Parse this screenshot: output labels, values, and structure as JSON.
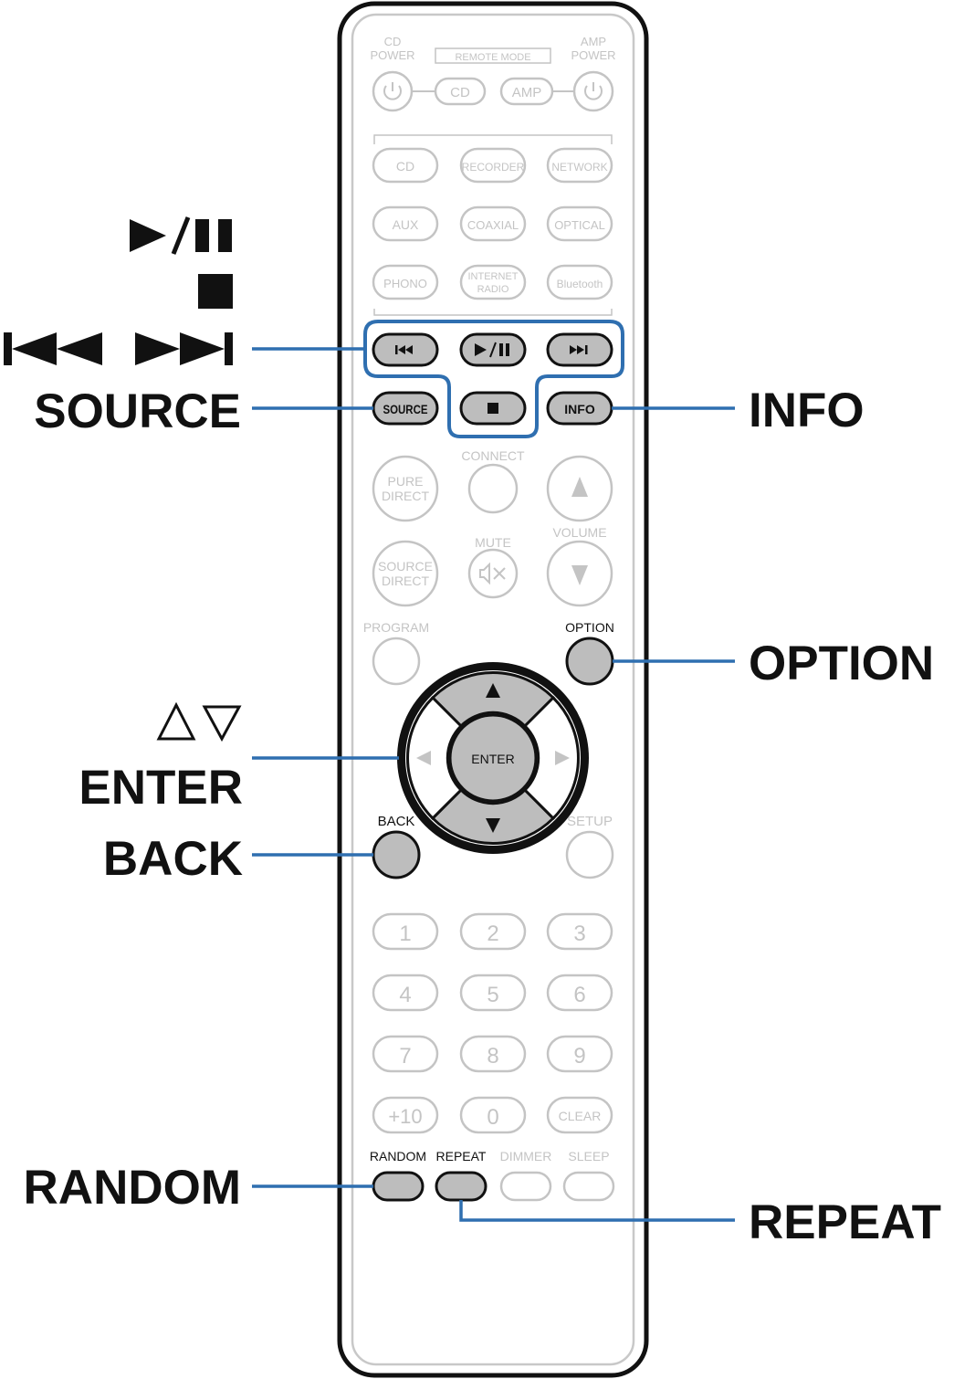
{
  "remote": {
    "top": {
      "cd_power": [
        "CD",
        "POWER"
      ],
      "amp_power": [
        "AMP",
        "POWER"
      ],
      "remote_mode": "REMOTE MODE",
      "cd": "CD",
      "amp": "AMP"
    },
    "sources": [
      [
        "CD",
        "RECORDER",
        "NETWORK"
      ],
      [
        "AUX",
        "COAXIAL",
        "OPTICAL"
      ],
      [
        "PHONO",
        "INTERNET\nRADIO",
        "Bluetooth"
      ]
    ],
    "source_btn": "SOURCE",
    "info_btn": "INFO",
    "connect": "CONNECT",
    "pure_direct": [
      "PURE",
      "DIRECT"
    ],
    "source_direct": [
      "SOURCE",
      "DIRECT"
    ],
    "mute": "MUTE",
    "volume": "VOLUME",
    "program": "PROGRAM",
    "option": "OPTION",
    "enter": "ENTER",
    "back": "BACK",
    "setup": "SETUP",
    "numpad": [
      [
        "1",
        "2",
        "3"
      ],
      [
        "4",
        "5",
        "6"
      ],
      [
        "7",
        "8",
        "9"
      ],
      [
        "+10",
        "0",
        "CLEAR"
      ]
    ],
    "bottom": [
      "RANDOM",
      "REPEAT",
      "DIMMER",
      "SLEEP"
    ]
  },
  "callouts": {
    "left": {
      "play_pause": "►/❚❚",
      "stop": "■",
      "skip": "⏮  ⏭",
      "source": "SOURCE",
      "up_down": "△▽",
      "enter": "ENTER",
      "back": "BACK",
      "random": "RANDOM"
    },
    "right": {
      "info": "INFO",
      "option": "OPTION",
      "repeat": "REPEAT"
    }
  },
  "colors": {
    "leader": "#2f6fb0",
    "highlight_fill": "#bdbdbd",
    "inactive": "#c4c4c4"
  }
}
